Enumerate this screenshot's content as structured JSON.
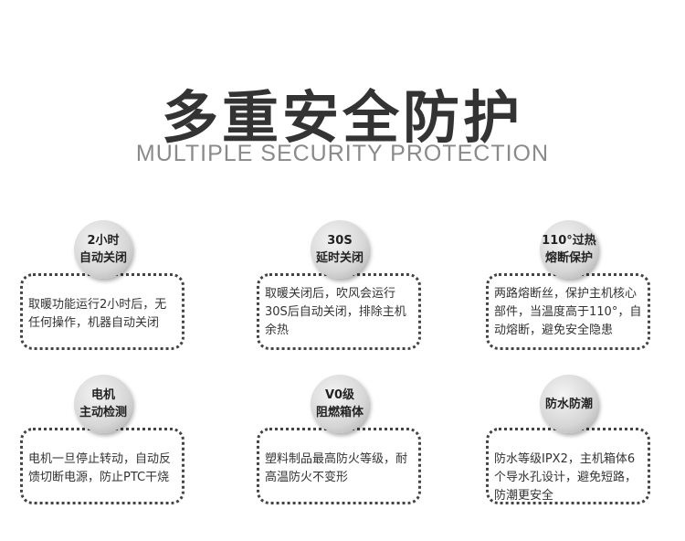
{
  "title": "多重安全防护",
  "subtitle": "MULTIPLE SECURITY PROTECTION",
  "features": [
    {
      "name": "2小时\n自动关闭",
      "desc": "取暖功能运行2小时后，无任何操作，机器自动关闭"
    },
    {
      "name": "30S\n延时关闭",
      "desc": "取暖关闭后，吹风会运行30S后自动关闭，排除主机余热"
    },
    {
      "name": "110°过热\n熔断保护",
      "desc": "两路熔断丝，保护主机核心部件，当温度高于110°，自动熔断，避免安全隐患"
    },
    {
      "name": "电机\n主动检测",
      "desc": "电机一旦停止转动，自动反馈切断电源，防止PTC干烧"
    },
    {
      "name": "V0级\n阻燃箱体",
      "desc": "塑料制品最高防火等级，耐高温防火不变形"
    },
    {
      "name": "防水防潮",
      "desc": "防水等级IPX2，主机箱体6个导水孔设计，避免短路，防潮更安全"
    }
  ]
}
